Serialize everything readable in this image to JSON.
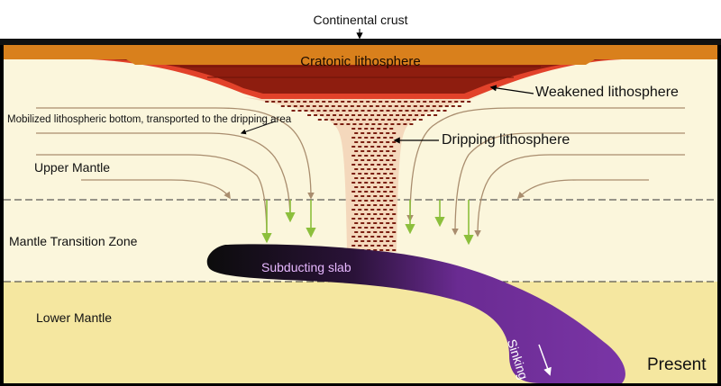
{
  "labels": {
    "continental_crust": "Continental crust",
    "cratonic_lithosphere": "Cratonic lithosphere",
    "weakened_lithosphere": "Weakened lithosphere",
    "mobilized_bottom": "Mobilized lithospheric bottom, transported to the dripping area",
    "dripping_lithosphere": "Dripping lithosphere",
    "upper_mantle": "Upper Mantle",
    "mantle_transition_zone": "Mantle Transition Zone",
    "subducting_slab": "Subducting slab",
    "lower_mantle": "Lower Mantle",
    "sinking": "Sinking",
    "present": "Present"
  },
  "colors": {
    "frame": "#000000",
    "upper_mantle": "#fbf6dc",
    "lower_mantle": "#f5e7a0",
    "crust": "#d9801c",
    "lithosphere": "#8e1d0f",
    "weakened_edge": "#e2422a",
    "drip": "#7a1e10",
    "slab": "#6a2b92",
    "slab_dark": "#0c0c0c",
    "flow_arrow": "#a98d6e",
    "down_arrow": "#8cbf3c"
  }
}
